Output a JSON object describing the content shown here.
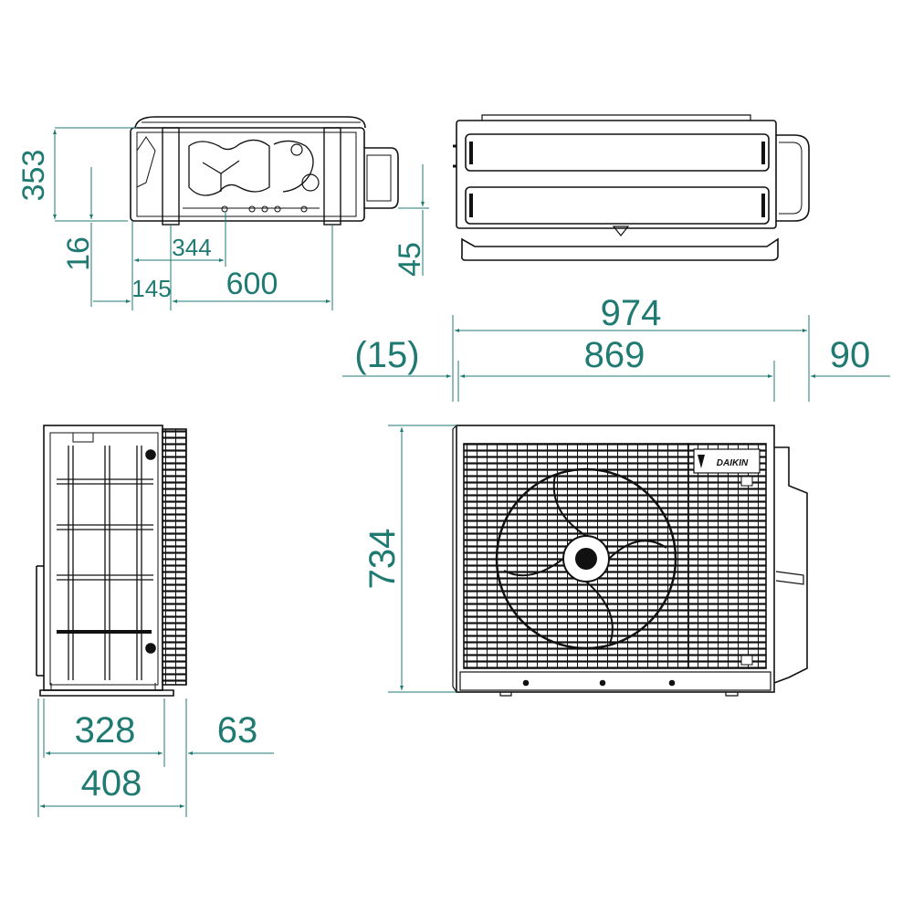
{
  "colors": {
    "dimension": "#1f7a72",
    "outline": "#111111",
    "background": "#ffffff"
  },
  "dimensions": {
    "top_height": "353",
    "top_base": "16",
    "top_inner": "344",
    "top_foot": "145",
    "top_width": "600",
    "top_right_base": "45",
    "overall_width": "974",
    "left_offset": "(15)",
    "body_width": "869",
    "right_offset": "90",
    "height": "734",
    "side_body": "328",
    "side_grille": "63",
    "side_total": "408"
  },
  "logo": {
    "text": "DAIKIN"
  }
}
